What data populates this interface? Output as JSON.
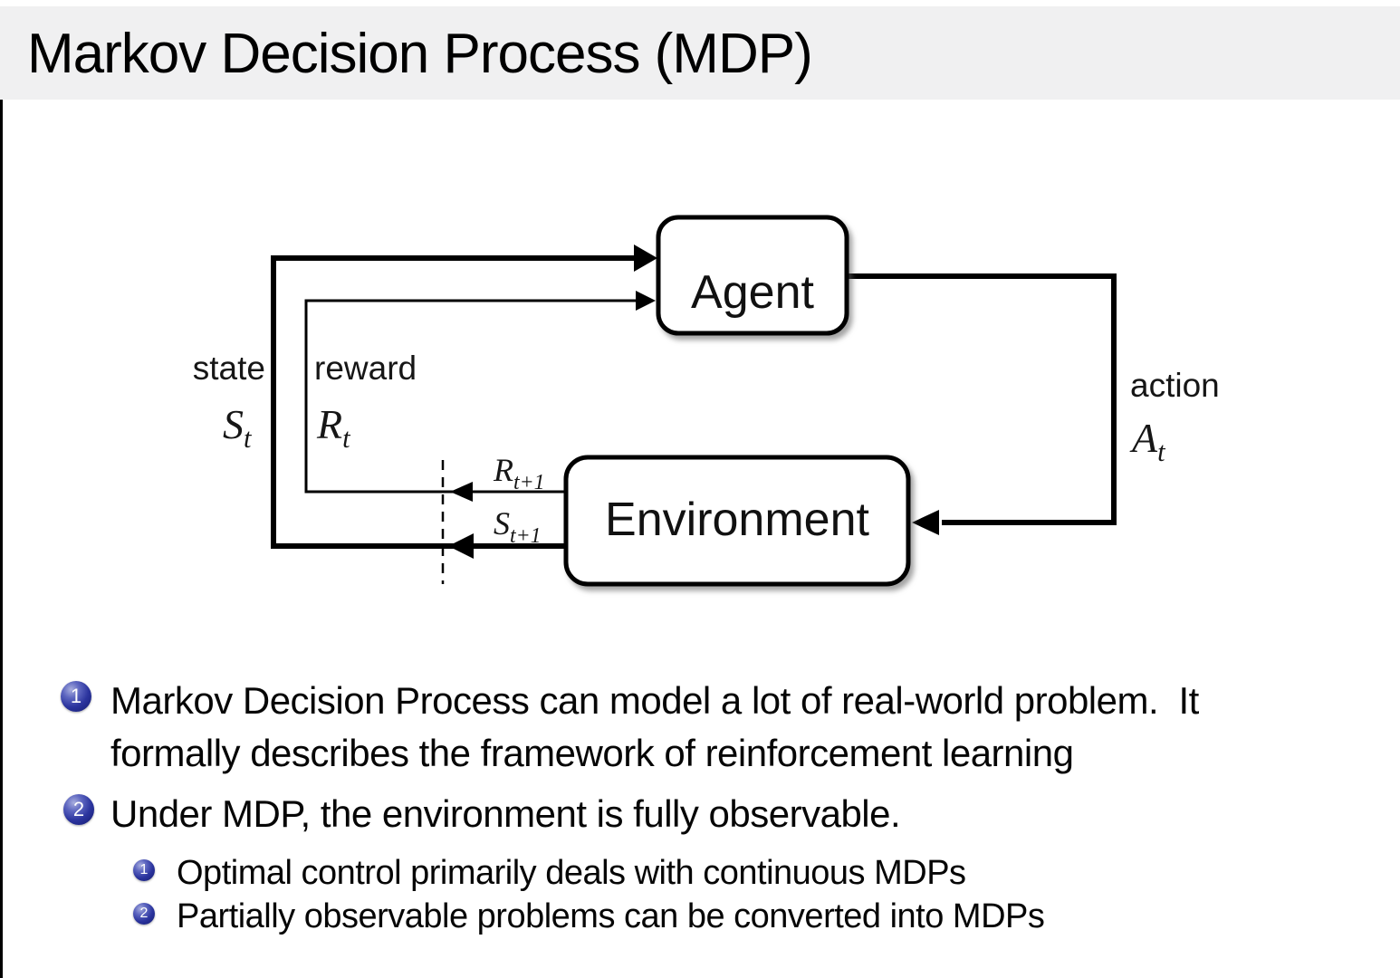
{
  "slide": {
    "title": "Markov Decision Process (MDP)",
    "title_bar_bg": "#f0f0f1",
    "ball_color": "#2b349e",
    "text_color": "#060606"
  },
  "diagram": {
    "agent_label": "Agent",
    "environment_label": "Environment",
    "state_label": "state",
    "state_symbol": "S",
    "state_subscript": "t",
    "reward_label": "reward",
    "reward_symbol": "R",
    "reward_subscript": "t",
    "action_label": "action",
    "action_symbol": "A",
    "action_subscript": "t",
    "next_reward_symbol": "R",
    "next_reward_subscript": "t+1",
    "next_state_symbol": "S",
    "next_state_subscript": "t+1"
  },
  "bullets": {
    "item1": {
      "number": "1",
      "line1": "Markov Decision Process can model a lot of real-world problem.  It",
      "line2": "formally describes the framework of reinforcement learning"
    },
    "item2": {
      "number": "2",
      "text": "Under MDP, the environment is fully observable.",
      "sub1": {
        "number": "1",
        "text": "Optimal control primarily deals with continuous MDPs"
      },
      "sub2": {
        "number": "2",
        "text": "Partially observable problems can be converted into MDPs"
      }
    }
  }
}
